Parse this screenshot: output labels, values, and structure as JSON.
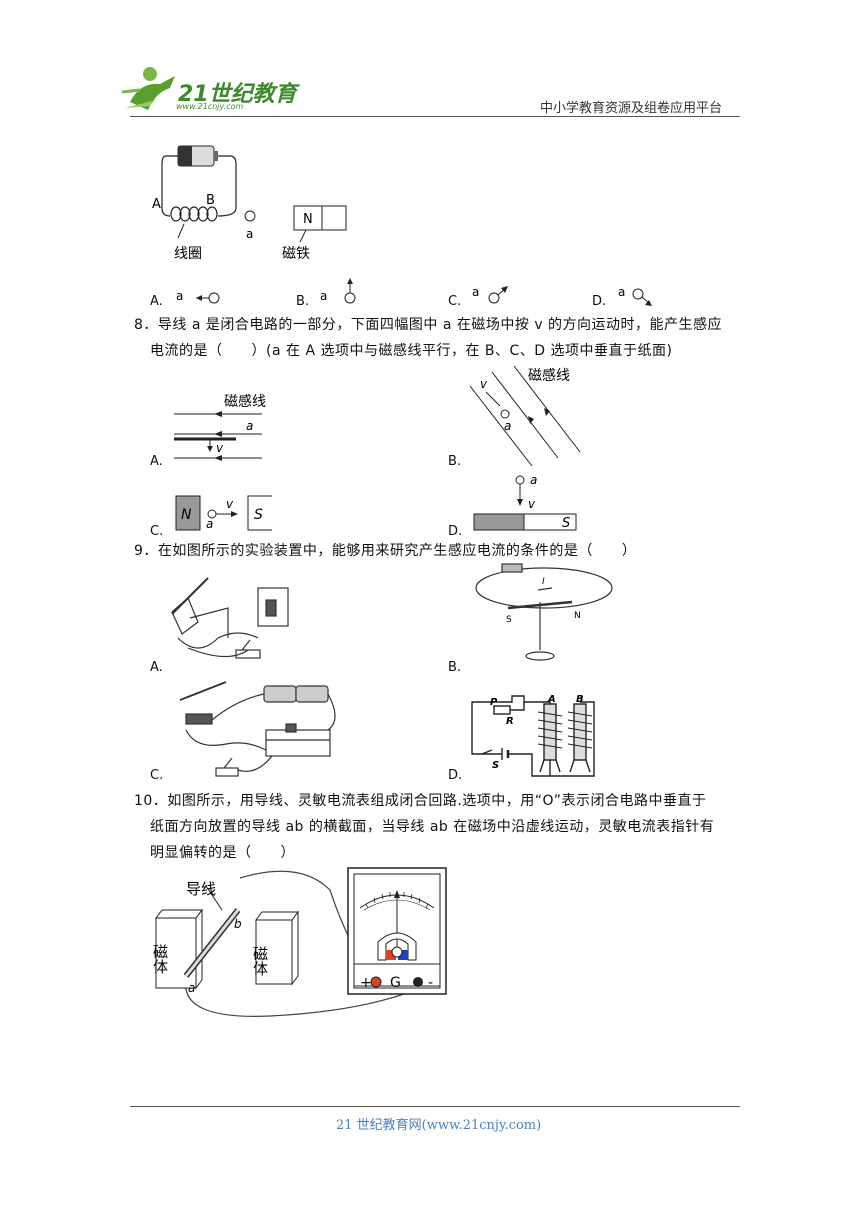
{
  "header": {
    "logo_text": "21世纪教育",
    "logo_url": "www.21cnjy.com",
    "right": "中小学教育资源及组卷应用平台"
  },
  "q7": {
    "labels": {
      "A": "A",
      "B": "B",
      "a": "a",
      "N": "N",
      "coil": "线圈",
      "magnet": "磁铁"
    },
    "options": [
      "A.",
      "B.",
      "C.",
      "D."
    ],
    "opt_a": "a"
  },
  "q8": {
    "text_line1": "8．导线 a 是闭合电路的一部分，下面四幅图中 a 在磁场中按 v 的方向运动时，能产生感应",
    "text_line2": "电流的是（　　）(a 在 A 选项中与磁感线平行，在 B、C、D 选项中垂直于纸面)",
    "field_label": "磁感线",
    "a": "a",
    "v": "v",
    "N": "N",
    "S": "S",
    "options": [
      "A.",
      "B.",
      "C.",
      "D."
    ]
  },
  "q9": {
    "text": "9．在如图所示的实验装置中，能够用来研究产生感应电流的条件的是（　　）",
    "options": [
      "A.",
      "B.",
      "C.",
      "D."
    ],
    "labels": {
      "S": "S",
      "N": "N",
      "P": "P",
      "R": "R",
      "A": "A",
      "B": "B",
      "I": "I"
    }
  },
  "q10": {
    "text_line1": "10．如图所示，用导线、灵敏电流表组成闭合回路.选项中，用“O”表示闭合电路中垂直于",
    "text_line2": "纸面方向放置的导线 ab 的横截面，当导线 ab 在磁场中沿虚线运动，灵敏电流表指针有",
    "text_line3": "明显偏转的是（　　）",
    "wire_label": "导线",
    "magnet_label": "磁体",
    "b": "b",
    "a": "a",
    "plus": "+",
    "G": "G",
    "minus": "-"
  },
  "footer": {
    "text": "21 世纪教育网(www.21cnjy.com)"
  }
}
